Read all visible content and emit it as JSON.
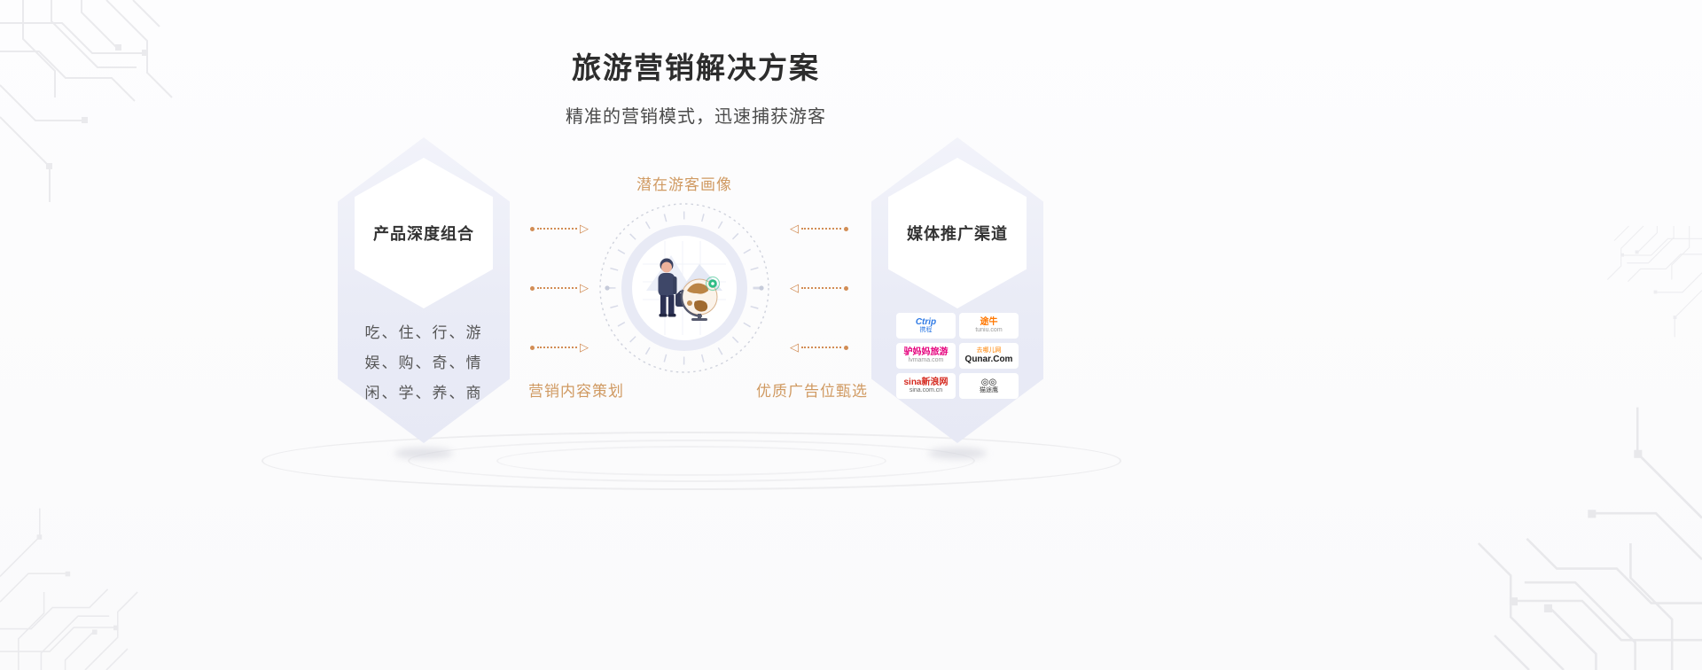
{
  "header": {
    "title": "旅游营销解决方案",
    "subtitle": "精准的营销模式，迅速捕获游客"
  },
  "left_card": {
    "title": "产品深度组合",
    "lines": [
      "吃、住、行、游",
      "娱、购、奇、情",
      "闲、学、养、商"
    ]
  },
  "center": {
    "top_label": "潜在游客画像",
    "bottom_left_label": "营销内容策划",
    "bottom_right_label": "优质广告位甄选"
  },
  "right_card": {
    "title": "媒体推广渠道",
    "logos": [
      {
        "name": "ctrip",
        "line1": "Ctrip",
        "line2": "携程",
        "color": "#2f7ae5",
        "color2": "#2f7ae5"
      },
      {
        "name": "tuniu",
        "line1": "途牛",
        "line2": "tuniu.com",
        "color": "#ff7700",
        "color2": "#999999"
      },
      {
        "name": "lvmama",
        "line1": "驴妈妈旅游",
        "line2": "lvmama.com",
        "color": "#e5007d",
        "color2": "#999999"
      },
      {
        "name": "qunar",
        "line1": "去哪儿网",
        "line2": "Qunar.Com",
        "color": "#ff8300",
        "color2": "#1c1c1c"
      },
      {
        "name": "sina",
        "line1": "sina新浪网",
        "line2": "sina.com.cn",
        "color": "#d5281e",
        "color2": "#666666"
      },
      {
        "name": "tripadvisor",
        "line1": "◎◎",
        "line2": "猫途鹰",
        "color": "#111111",
        "color2": "#333333"
      }
    ]
  },
  "icons": {
    "arrow_right": "▷",
    "arrow_left": "◁"
  },
  "colors": {
    "accent": "#d28d55",
    "label_orange": "#d09a62",
    "hex_bg": "#ebedf7",
    "ring_bg": "#e8eaf5",
    "pin_green": "#2fbd85"
  }
}
